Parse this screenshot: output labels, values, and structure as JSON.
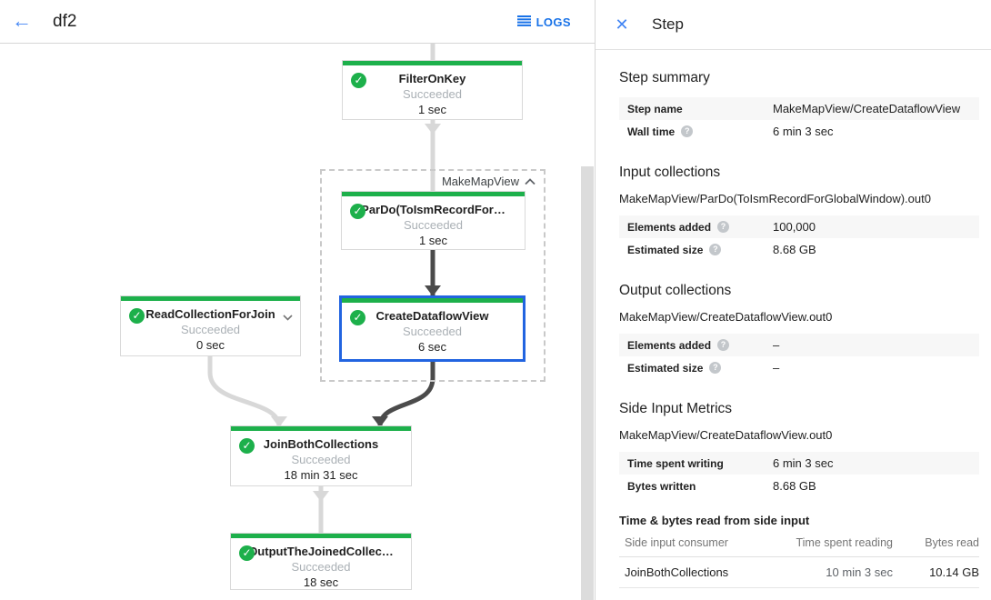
{
  "colors": {
    "accent_blue": "#1a73e8",
    "icon_blue": "#4285f4",
    "success_green": "#1db04b",
    "selected_border_blue": "#2264e0",
    "connector_light": "#d8d8d8",
    "connector_dark": "#4b4b4b"
  },
  "header": {
    "title": "df2",
    "logs_label": "LOGS"
  },
  "panel": {
    "title": "Step",
    "step_summary": {
      "heading": "Step summary",
      "rows": [
        {
          "label": "Step name",
          "value": "MakeMapView/CreateDataflowView"
        },
        {
          "label": "Wall time",
          "value": "6 min 3 sec"
        }
      ]
    },
    "input_collections": {
      "heading": "Input collections",
      "collection": "MakeMapView/ParDo(ToIsmRecordForGlobalWindow).out0",
      "rows": [
        {
          "label": "Elements added",
          "value": "100,000"
        },
        {
          "label": "Estimated size",
          "value": "8.68 GB"
        }
      ]
    },
    "output_collections": {
      "heading": "Output collections",
      "collection": "MakeMapView/CreateDataflowView.out0",
      "rows": [
        {
          "label": "Elements added",
          "value": "–"
        },
        {
          "label": "Estimated size",
          "value": "–"
        }
      ]
    },
    "side_input_metrics": {
      "heading": "Side Input Metrics",
      "collection": "MakeMapView/CreateDataflowView.out0",
      "rows": [
        {
          "label": "Time spent writing",
          "value": "6 min 3 sec"
        },
        {
          "label": "Bytes written",
          "value": "8.68 GB"
        }
      ]
    },
    "side_input_table": {
      "heading": "Time & bytes read from side input",
      "columns": [
        "Side input consumer",
        "Time spent reading",
        "Bytes read"
      ],
      "rows": [
        {
          "consumer": "JoinBothCollections",
          "time": "10 min 3 sec",
          "bytes": "10.14 GB"
        }
      ]
    }
  },
  "graph": {
    "group_label": "MakeMapView",
    "nodes": [
      {
        "title": "FilterOnKey",
        "status": "Succeeded",
        "time": "1 sec"
      },
      {
        "title": "ParDo(ToIsmRecordFor…",
        "status": "Succeeded",
        "time": "1 sec"
      },
      {
        "title": "CreateDataflowView",
        "status": "Succeeded",
        "time": "6 sec"
      },
      {
        "title": "ReadCollectionForJoin",
        "status": "Succeeded",
        "time": "0 sec"
      },
      {
        "title": "JoinBothCollections",
        "status": "Succeeded",
        "time": "18 min 31 sec"
      },
      {
        "title": "OutputTheJoinedCollec…",
        "status": "Succeeded",
        "time": "18 sec"
      }
    ]
  }
}
